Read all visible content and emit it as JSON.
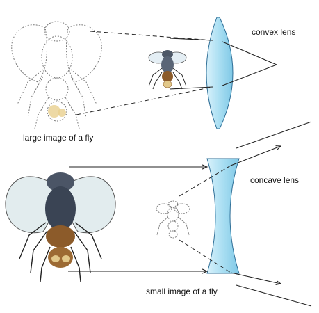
{
  "labels": {
    "convex_lens": "convex lens",
    "concave_lens": "concave lens",
    "large_image": "large image of a fly",
    "small_image": "small image of a fly"
  },
  "colors": {
    "lens_fill": "#a9def2",
    "lens_edge": "#2f6f97",
    "ray": "#222222",
    "fly_body_dark": "#3a4454",
    "fly_thorax": "#8c5b2a",
    "fly_abdomen_light": "#e2c88a"
  }
}
